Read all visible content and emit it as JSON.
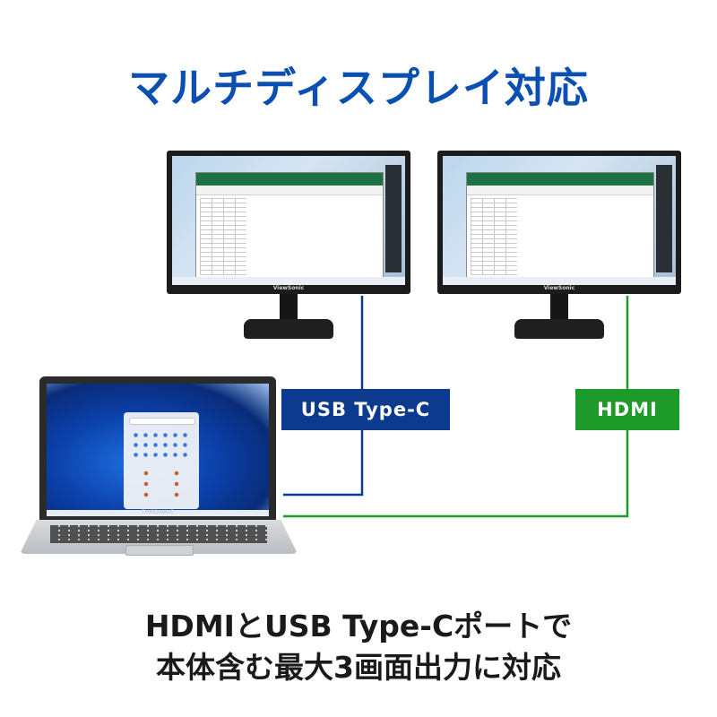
{
  "title": "マルチディスプレイ対応",
  "monitor_brand": "ViewSonic",
  "laptop_brand": "THIRDWAVE",
  "connections": {
    "usb_label": "USB Type-C",
    "hdmi_label": "HDMI"
  },
  "caption": {
    "line1": "HDMIとUSB Type-Cポートで",
    "line2": "本体含む最大3画面出力に対応"
  },
  "colors": {
    "title": "#0b4fb0",
    "usb": "#0b3a8f",
    "hdmi": "#1e9a2a"
  }
}
